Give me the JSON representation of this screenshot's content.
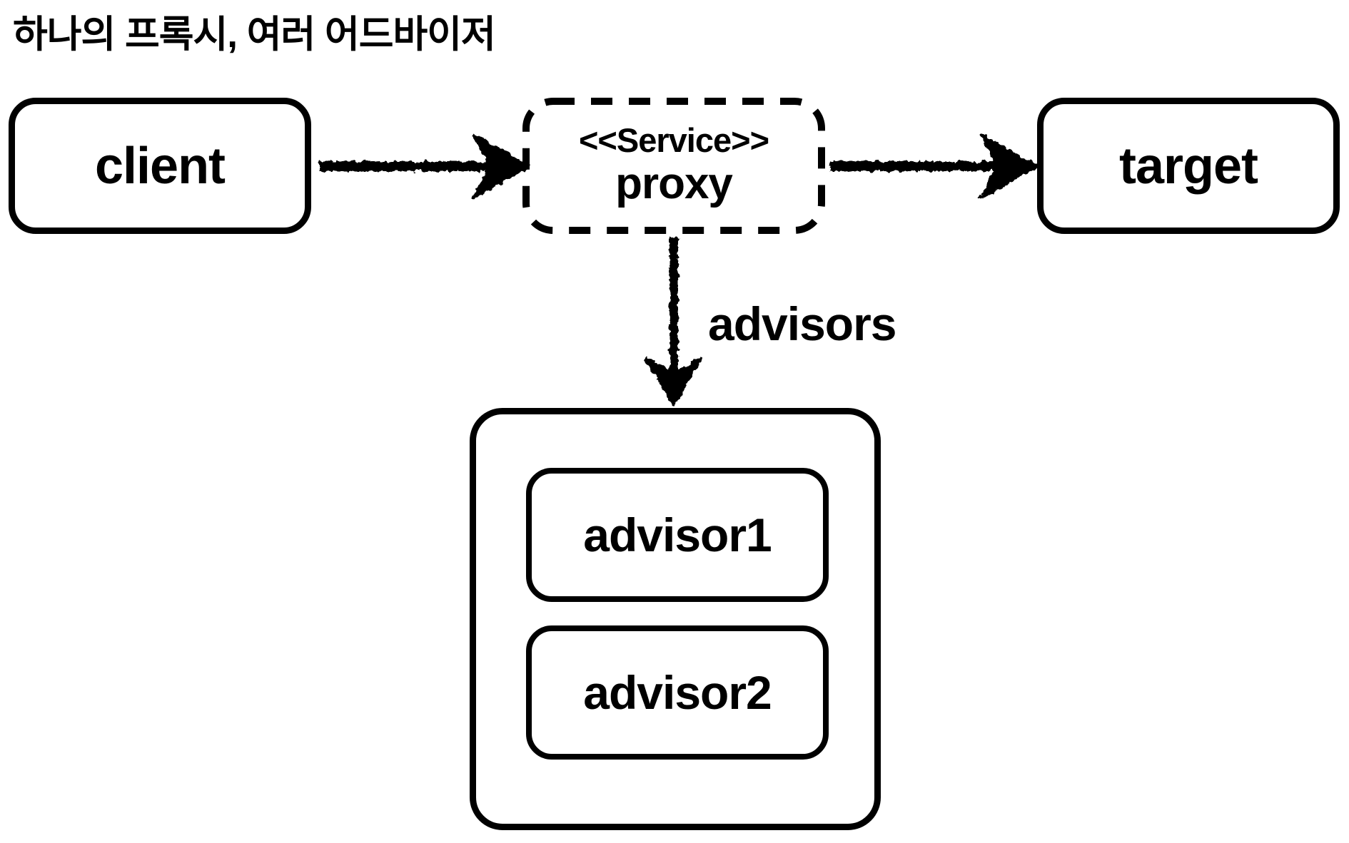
{
  "title": "하나의 프록시, 여러 어드바이저",
  "nodes": {
    "client": {
      "label": "client"
    },
    "proxy": {
      "stereotype": "<<Service>>",
      "label": "proxy"
    },
    "target": {
      "label": "target"
    },
    "advisors_group": {
      "caption": "advisors",
      "advisor1": {
        "label": "advisor1"
      },
      "advisor2": {
        "label": "advisor2"
      }
    }
  },
  "edges": [
    {
      "from": "client",
      "to": "proxy",
      "style": "sketchy-arrow",
      "direction": "right"
    },
    {
      "from": "proxy",
      "to": "target",
      "style": "sketchy-arrow",
      "direction": "right"
    },
    {
      "from": "proxy",
      "to": "advisors",
      "style": "sketchy-arrow",
      "direction": "down",
      "label": "advisors"
    }
  ],
  "colors": {
    "line": "#000000",
    "background": "#ffffff",
    "text": "#000000"
  }
}
